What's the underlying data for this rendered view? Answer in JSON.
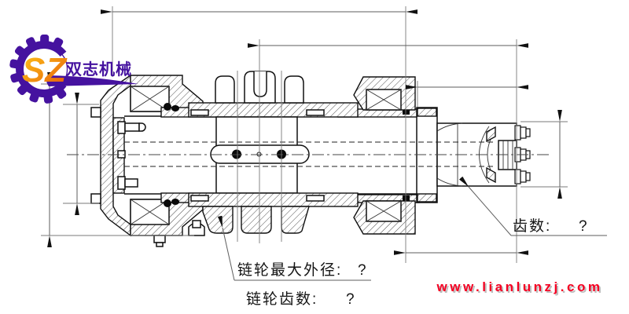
{
  "logo": {
    "company_name": "双志机械",
    "monogram": "SZ"
  },
  "callouts": {
    "sprocket_od": {
      "label": "链轮最大外径:",
      "value": "?"
    },
    "sprocket_teeth": {
      "label": "链轮齿数:",
      "value": "?"
    },
    "spline_teeth": {
      "label": "齿数:",
      "value": "?"
    }
  },
  "footer": {
    "website": "www.lianlunzj.com"
  },
  "colors": {
    "logo_purple": "#45129f",
    "logo_orange_light": "#ffc419",
    "logo_orange_dark": "#e4540a",
    "url_red": "#f50022",
    "outline": "#111111",
    "dimension_line": "#5e5e5e"
  }
}
